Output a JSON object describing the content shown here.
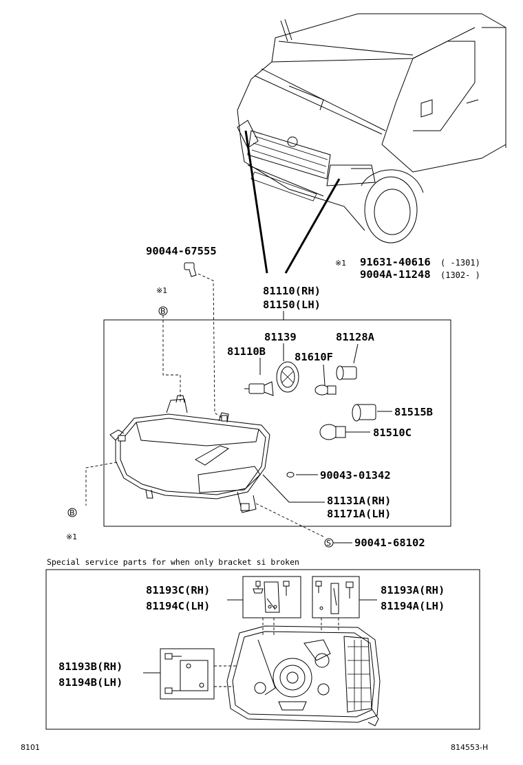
{
  "labels": {
    "p90044": "90044-67555",
    "note1": "※1",
    "p91631": "91631-40616",
    "p91631_range": "(     -1301)",
    "p9004A": "9004A-11248",
    "p9004A_range": "(1302-     )",
    "p81110rh": "81110(RH)",
    "p81150lh": "81150(LH)",
    "p81139": "81139",
    "p81128A": "81128A",
    "p81110B": "81110B",
    "p81610F": "81610F",
    "p81515B": "81515B",
    "p81510C": "81510C",
    "p90043": "90043-01342",
    "p81131A": "81131A(RH)",
    "p81171A": "81171A(LH)",
    "p90041": "90041-68102",
    "marker_b": "B",
    "marker_s": "S",
    "special_caption": "Special service parts for when only bracket si broken",
    "p81193C": "81193C(RH)",
    "p81194C": "81194C(LH)",
    "p81193A": "81193A(RH)",
    "p81194A": "81194A(LH)",
    "p81193B": "81193B(RH)",
    "p81194B": "81194B(LH)",
    "footer_left": "8101",
    "footer_right": "814553-H"
  }
}
